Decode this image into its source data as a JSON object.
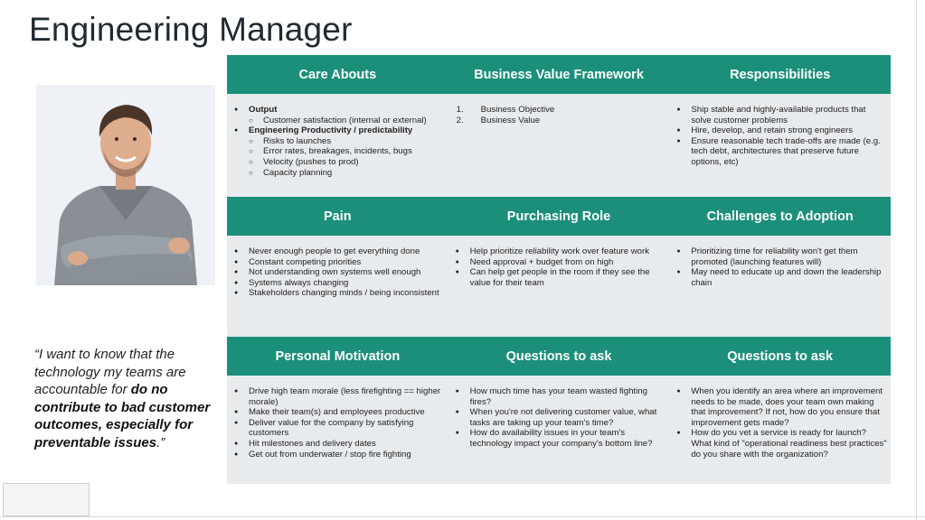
{
  "title": "Engineering Manager",
  "quote": {
    "part1": "“I want to know that the technology my teams are accountable for ",
    "bold": "do no contribute to bad customer outcomes, especially for preventable issues",
    "part2": ".”"
  },
  "sections": [
    {
      "headers": [
        "Care Abouts",
        "Business Value Framework",
        "Responsibilities"
      ]
    },
    {
      "headers": [
        "Pain",
        "Purchasing Role",
        "Challenges to Adoption"
      ]
    },
    {
      "headers": [
        "Personal Motivation",
        "Questions to ask",
        "Questions to ask"
      ]
    }
  ],
  "care_abouts": {
    "output": "Output",
    "output_sub": [
      "Customer satisfaction (internal or external)"
    ],
    "productivity": "Engineering Productivity / predictability",
    "productivity_sub": [
      "Risks to launches",
      "Error rates, breakages, incidents, bugs",
      "Velocity (pushes to prod)",
      "Capacity planning"
    ]
  },
  "business_value": [
    "Business Objective",
    "Business Value"
  ],
  "responsibilities": [
    "Ship stable and highly-available products that solve customer problems",
    "Hire, develop, and retain strong engineers",
    "Ensure reasonable tech trade-offs are made (e.g. tech debt, architectures that preserve future options, etc)"
  ],
  "pain": [
    "Never enough people to get everything done",
    "Constant competing priorities",
    "Not understanding own systems well enough",
    "Systems always changing",
    "Stakeholders changing minds / being inconsistent"
  ],
  "purchasing_role": [
    "Help prioritize reliability work over feature work",
    "Need approval + budget from on high",
    "Can help get people in the room if they see the value for their team"
  ],
  "challenges": [
    "Prioritizing time for reliability won't get them promoted (launching features will)",
    "May need to educate up and down the leadership chain"
  ],
  "personal_motivation": [
    "Drive high team morale (less firefighting == higher morale)",
    "Make their team(s) and employees productive",
    "Deliver value for the company by satisfying customers",
    "Hit milestones and delivery dates",
    "Get out from underwater / stop fire fighting"
  ],
  "questions_1": [
    "How much time has your team wasted fighting fires?",
    "When you're not delivering customer value, what tasks are taking up your team's time?",
    "How do availability issues in your team's technology impact your company's bottom line?"
  ],
  "questions_2": [
    "When you identify an area where an improvement needs to be made, does your team own making that improvement? If not, how do you ensure that improvement gets made?",
    "How do you vet a service is ready for launch? What kind of \"operational readiness best practices\" do you share with the organization?"
  ],
  "colors": {
    "header_bg": "#1b8f7a",
    "cell_bg": "#e8ebee",
    "title": "#1f2a33"
  }
}
